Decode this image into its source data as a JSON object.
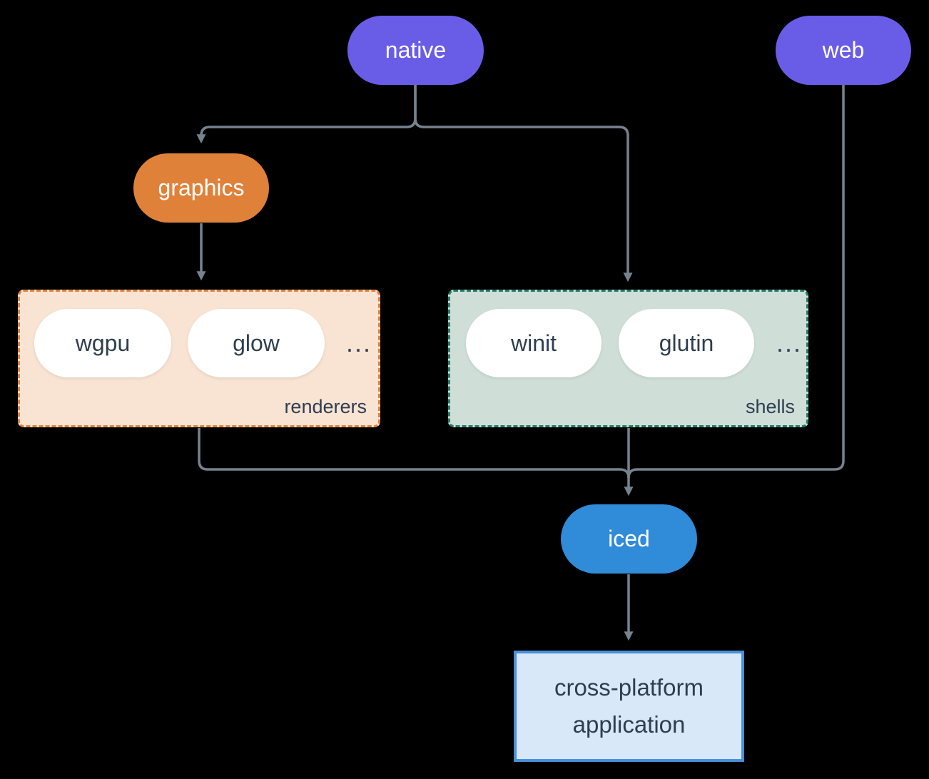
{
  "diagram": {
    "background": "#000000",
    "line_color": "#76838f",
    "nodes": {
      "native": {
        "label": "native",
        "color": "#695de8",
        "text_color": "#ffffff"
      },
      "web": {
        "label": "web",
        "color": "#695de8",
        "text_color": "#ffffff"
      },
      "graphics": {
        "label": "graphics",
        "color": "#e08139",
        "text_color": "#ffffff"
      },
      "iced": {
        "label": "iced",
        "color": "#308bd9",
        "text_color": "#ffffff"
      },
      "app": {
        "lines": [
          "cross-platform",
          "application"
        ],
        "fill": "#d9e8f8",
        "border": "#4a90d9",
        "text_color": "#2d3e50"
      }
    },
    "groups": {
      "renderers": {
        "label": "renderers",
        "fill": "#f9e3d3",
        "border": "#e0813a",
        "items": [
          "wgpu",
          "glow"
        ],
        "ellipsis": "...",
        "text_color": "#2d3e50"
      },
      "shells": {
        "label": "shells",
        "fill": "#cfdfd8",
        "border": "#267a69",
        "items": [
          "winit",
          "glutin"
        ],
        "ellipsis": "...",
        "text_color": "#2d3e50"
      }
    },
    "edges": [
      {
        "from": "native",
        "to": "graphics"
      },
      {
        "from": "native",
        "to": "shells"
      },
      {
        "from": "graphics",
        "to": "renderers"
      },
      {
        "from": "renderers",
        "to": "iced"
      },
      {
        "from": "shells",
        "to": "iced"
      },
      {
        "from": "web",
        "to": "iced"
      },
      {
        "from": "iced",
        "to": "app"
      }
    ]
  }
}
